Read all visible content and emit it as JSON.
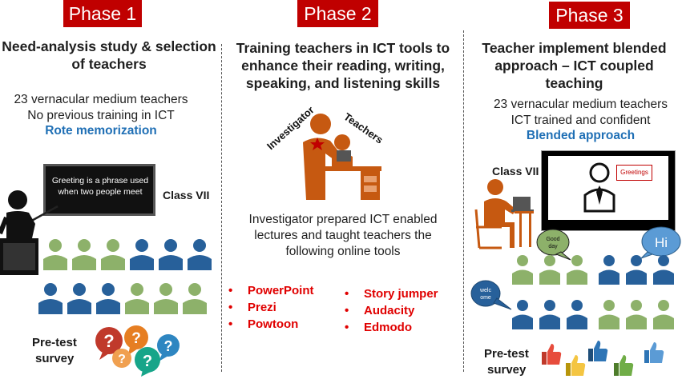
{
  "phase1": {
    "tag": "Phase 1",
    "heading_l1": "Need-analysis study & selection",
    "heading_l2": "of teachers",
    "line1": "23 vernacular medium teachers",
    "line2": "No previous training in ICT",
    "highlight": "Rote memorization",
    "board_l1": "Greeting is a phrase used",
    "board_l2": "when two people meet",
    "class_label": "Class VII",
    "survey_l1": "Pre-test",
    "survey_l2": "survey",
    "question_mark": "?"
  },
  "phase2": {
    "tag": "Phase 2",
    "heading_l1": "Training teachers in ICT tools to",
    "heading_l2": "enhance their reading, writing,",
    "heading_l3": "speaking, and listening skills",
    "label_investigator": "Investigator",
    "label_teachers": "Teachers",
    "desc_l1": "Investigator prepared ICT enabled",
    "desc_l2": "lectures and taught teachers  the",
    "desc_l3": "following online tools",
    "tools_left": [
      "PowerPoint",
      "Prezi",
      "Powtoon"
    ],
    "tools_right": [
      "Story jumper",
      "Audacity",
      "Edmodo"
    ]
  },
  "phase3": {
    "tag": "Phase 3",
    "heading_l1": "Teacher implement blended",
    "heading_l2": "approach – ICT coupled",
    "heading_l3": "teaching",
    "line1": "23 vernacular medium teachers",
    "line2": "ICT trained and confident",
    "highlight": "Blended approach",
    "class_label": "Class VII",
    "screen_bubble": "Greetings",
    "bubble_good_day_l1": "Good",
    "bubble_good_day_l2": "day",
    "bubble_hi": "Hi",
    "bubble_welcome_l1": "welc",
    "bubble_welcome_l2": "ome",
    "survey_l1": "Pre-test",
    "survey_l2": "survey"
  },
  "colors": {
    "phase_red": "#c00000",
    "accent_blue": "#1f6fb5",
    "tool_red": "#e00000",
    "student_green": "#8db16a",
    "student_blue": "#27609a",
    "figure_orange": "#c65911"
  }
}
